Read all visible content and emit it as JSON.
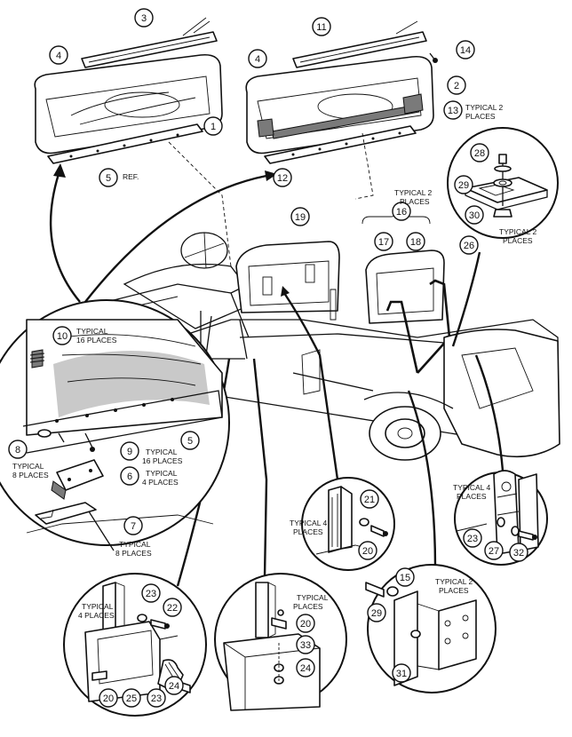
{
  "callouts": [
    {
      "id": "c1",
      "num": "1"
    },
    {
      "id": "c2",
      "num": "2"
    },
    {
      "id": "c3",
      "num": "3"
    },
    {
      "id": "c4a",
      "num": "4"
    },
    {
      "id": "c4b",
      "num": "4"
    },
    {
      "id": "c5a",
      "num": "5"
    },
    {
      "id": "c5b",
      "num": "5"
    },
    {
      "id": "c6",
      "num": "6"
    },
    {
      "id": "c7",
      "num": "7"
    },
    {
      "id": "c8",
      "num": "8"
    },
    {
      "id": "c9",
      "num": "9"
    },
    {
      "id": "c10",
      "num": "10"
    },
    {
      "id": "c11",
      "num": "11"
    },
    {
      "id": "c12",
      "num": "12"
    },
    {
      "id": "c13",
      "num": "13"
    },
    {
      "id": "c14",
      "num": "14"
    },
    {
      "id": "c15",
      "num": "15"
    },
    {
      "id": "c16",
      "num": "16"
    },
    {
      "id": "c17",
      "num": "17"
    },
    {
      "id": "c18",
      "num": "18"
    },
    {
      "id": "c19",
      "num": "19"
    },
    {
      "id": "c20a",
      "num": "20"
    },
    {
      "id": "c20b",
      "num": "20"
    },
    {
      "id": "c20c",
      "num": "20"
    },
    {
      "id": "c21",
      "num": "21"
    },
    {
      "id": "c22",
      "num": "22"
    },
    {
      "id": "c23a",
      "num": "23"
    },
    {
      "id": "c23b",
      "num": "23"
    },
    {
      "id": "c23c",
      "num": "23"
    },
    {
      "id": "c24a",
      "num": "24"
    },
    {
      "id": "c24b",
      "num": "24"
    },
    {
      "id": "c25",
      "num": "25"
    },
    {
      "id": "c26",
      "num": "26"
    },
    {
      "id": "c27",
      "num": "27"
    },
    {
      "id": "c28",
      "num": "28"
    },
    {
      "id": "c29a",
      "num": "29"
    },
    {
      "id": "c29b",
      "num": "29"
    },
    {
      "id": "c30",
      "num": "30"
    },
    {
      "id": "c31",
      "num": "31"
    },
    {
      "id": "c32",
      "num": "32"
    },
    {
      "id": "c33",
      "num": "33"
    }
  ],
  "notes": {
    "ref": "REF.",
    "typical_2_places": [
      "TYPICAL 2",
      "PLACES"
    ],
    "typical_4_places": [
      "TYPICAL",
      "4 PLACES"
    ],
    "typical_4_places_b": [
      "TYPICAL 4",
      "PLACES"
    ],
    "typical_8_places": [
      "TYPICAL",
      "8 PLACES"
    ],
    "typical_16_places": [
      "TYPICAL",
      "16 PLACES"
    ]
  }
}
